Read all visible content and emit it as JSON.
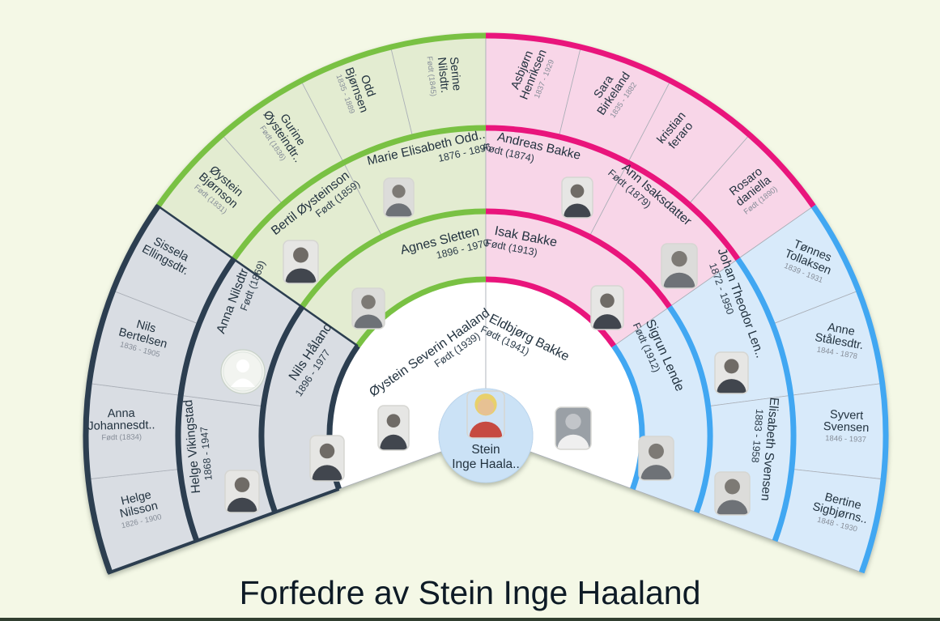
{
  "title": "Forfedre av Stein Inge Haaland",
  "center_person": {
    "name_line1": "Stein",
    "name_line2": "Inge Haala.."
  },
  "colors": {
    "background": "#f4f8e6",
    "ring_fill": "#ffffff",
    "center_fill": "#cbe2f6",
    "groups": {
      "gray": {
        "accent": "#2c3e50",
        "fill": "#d9dde3"
      },
      "green": {
        "accent": "#79c143",
        "fill": "#e3ecd1"
      },
      "pink": {
        "accent": "#e9157c",
        "fill": "#f8d6e8"
      },
      "blue": {
        "accent": "#41a7f2",
        "fill": "#d8eafa"
      }
    }
  },
  "chart_data": {
    "type": "fan-genealogy",
    "title": "Forfedre av Stein Inge Haaland",
    "center": "Stein Inge Haala..",
    "generations": {
      "parents": [
        {
          "name": "Øystein Severin Haaland",
          "dates": "Født (1939)",
          "photo": "man-portrait"
        },
        {
          "name": "Eldbjørg Bakke",
          "dates": "Født (1941)",
          "photo": "nurse-portrait"
        }
      ],
      "grandparents": [
        {
          "name": "Nils Håland",
          "dates": "1896 - 1977",
          "group": "gray",
          "photo": "man-portrait"
        },
        {
          "name": "Agnes Sletten",
          "dates": "1896 - 1970",
          "group": "green",
          "photo": "woman-portrait"
        },
        {
          "name": "Isak Bakke",
          "dates": "Født (1913)",
          "group": "pink",
          "photo": "man-portrait"
        },
        {
          "name": "Sigrun Lende",
          "dates": "Født (1912)",
          "group": "blue",
          "photo": "woman-portrait"
        }
      ],
      "great_grandparents": [
        {
          "name": "Helge Vikingstad",
          "dates": "1868 - 1947",
          "group": "gray",
          "photo": "man-portrait"
        },
        {
          "name": "Anna Nilsdtr.",
          "dates": "Født (1869)",
          "group": "gray",
          "photo": "female-placeholder"
        },
        {
          "name": "Bertil Øysteinson",
          "dates": "Født (1859)",
          "group": "green",
          "photo": "man-portrait"
        },
        {
          "name": "Marie Elisabeth Odd..",
          "dates": "1876 - 1896",
          "group": "green",
          "photo": "woman-portrait"
        },
        {
          "name": "Andreas Bakke",
          "dates": "Født (1874)",
          "group": "pink",
          "photo": "man-portrait"
        },
        {
          "name": "Ann Isaksdatter",
          "dates": "Født (1879)",
          "group": "pink",
          "photo": "woman-portrait"
        },
        {
          "name": "Johan Theodor Len..",
          "dates": "1872 - 1950",
          "group": "blue",
          "photo": "man-portrait"
        },
        {
          "name": "Elisabeth Svensen",
          "dates": "1883 - 1958",
          "group": "blue",
          "photo": "woman-portrait"
        }
      ],
      "great_great_grandparents": [
        {
          "name": "Helge Nilsson",
          "dates": "1826 - 1900",
          "group": "gray"
        },
        {
          "name": "Anna Johannesdt..",
          "dates": "Født (1834)",
          "group": "gray"
        },
        {
          "name": "Nils Bertelsen",
          "dates": "1836 - 1905",
          "group": "gray"
        },
        {
          "name": "Sissela Ellingsdtr.",
          "dates": "",
          "group": "gray"
        },
        {
          "name": "Øystein Bjørnson",
          "dates": "Født (1831)",
          "group": "green"
        },
        {
          "name": "Gurine Øysteindtr..",
          "dates": "Født (1836)",
          "group": "green"
        },
        {
          "name": "Odd Bjørnsen",
          "dates": "1835 - 1889",
          "group": "green"
        },
        {
          "name": "Serine Nilsdtr.",
          "dates": "Født (1845)",
          "group": "green"
        },
        {
          "name": "Asbjørn Henriksen",
          "dates": "1837 - 1929",
          "group": "pink"
        },
        {
          "name": "Sara Birkeland",
          "dates": "1835 - 1882",
          "group": "pink"
        },
        {
          "name": "kristian feraro",
          "dates": "",
          "group": "pink"
        },
        {
          "name": "Rosaro daniella",
          "dates": "Født (1890)",
          "group": "pink"
        },
        {
          "name": "Tønnes Tollaksen",
          "dates": "1839 - 1931",
          "group": "blue"
        },
        {
          "name": "Anne Stålesdtr.",
          "dates": "1844 - 1878",
          "group": "blue"
        },
        {
          "name": "Syvert Svensen",
          "dates": "1846 - 1937",
          "group": "blue"
        },
        {
          "name": "Bertine Sigbjørns..",
          "dates": "1848 - 1930",
          "group": "blue"
        }
      ]
    }
  }
}
